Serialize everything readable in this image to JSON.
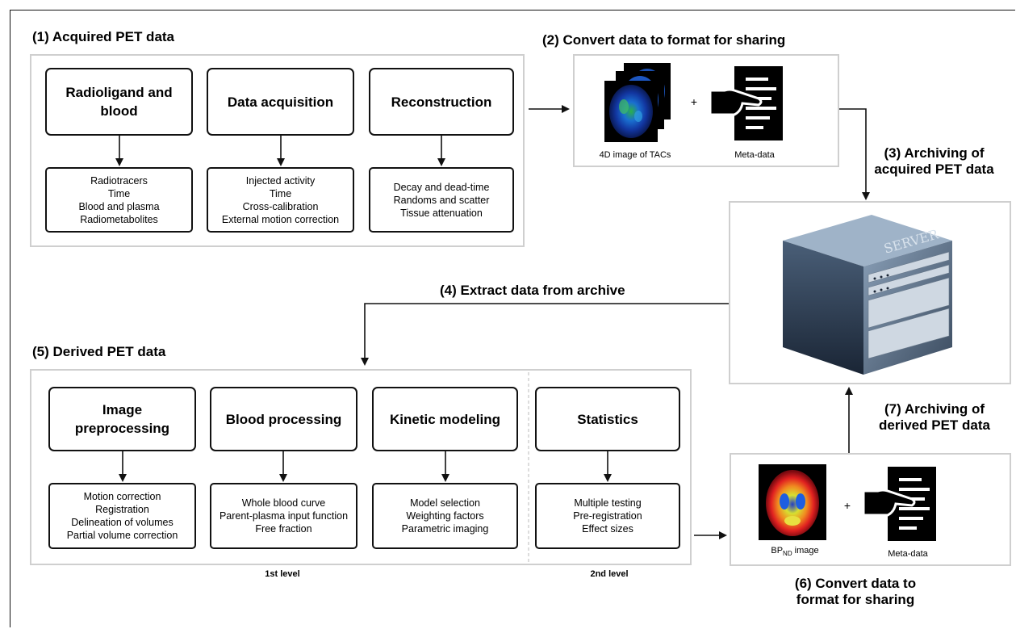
{
  "sections": {
    "acquired": "(1) Acquired PET data",
    "convert": "(2) Convert data to format for sharing",
    "archive_acq": "(3) Archiving of acquired PET data",
    "extract": "(4) Extract data from archive",
    "derived": "(5) Derived PET data",
    "convert2": "(6) Convert data to format for sharing",
    "archive_der": "(7) Archiving of derived PET data"
  },
  "acquired": [
    {
      "title": "Radioligand and blood",
      "items": [
        "Radiotracers",
        "Time",
        "Blood and plasma",
        "Radiometabolites"
      ]
    },
    {
      "title": "Data acquisition",
      "items": [
        "Injected activity",
        "Time",
        "Cross-calibration",
        "External motion correction"
      ]
    },
    {
      "title": "Reconstruction",
      "items": [
        "Decay and dead-time",
        "Randoms and scatter",
        "Tissue attenuation"
      ]
    }
  ],
  "derived": [
    {
      "title": "Image preprocessing",
      "items": [
        "Motion correction",
        "Registration",
        "Delineation of volumes",
        "Partial volume correction"
      ]
    },
    {
      "title": "Blood processing",
      "items": [
        "Whole blood curve",
        "Parent-plasma input function",
        "Free fraction"
      ]
    },
    {
      "title": "Kinetic modeling",
      "items": [
        "Model selection",
        "Weighting factors",
        "Parametric imaging"
      ]
    },
    {
      "title": "Statistics",
      "items": [
        "Multiple testing",
        "Pre-registration",
        "Effect sizes"
      ]
    }
  ],
  "levels": {
    "first": "1st level",
    "second": "2nd level"
  },
  "share1": {
    "image_caption": "4D image of TACs",
    "plus": "+",
    "meta_caption": "Meta-data"
  },
  "share2": {
    "image_caption_main": "BP",
    "image_caption_sub": "ND",
    "image_caption_rest": " image",
    "plus": "+",
    "meta_caption": "Meta-data"
  },
  "server_label": "SERVER",
  "icons": {
    "brain_stack": "brain-pet-stack-icon",
    "document": "document-hand-icon",
    "server": "server-icon",
    "bp_map": "brain-bp-map-icon"
  }
}
